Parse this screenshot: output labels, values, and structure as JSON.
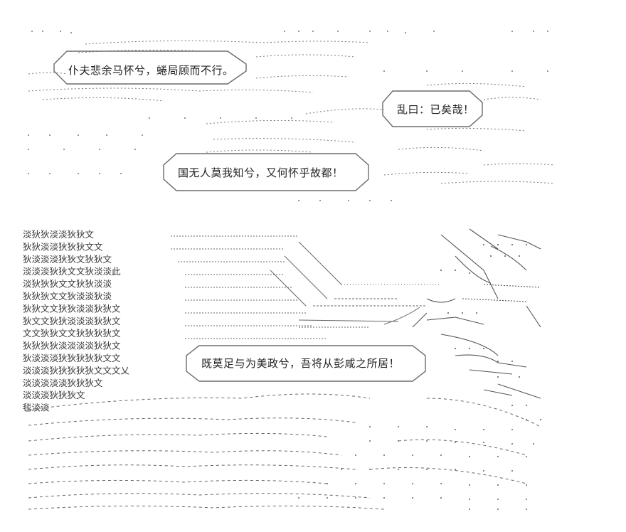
{
  "captions": {
    "line1": "仆夫悲余马怀兮，蜷局顾而不行。",
    "line2": "乱曰：已矣哉！",
    "line3": "国无人莫我知兮，又何怀乎故都！",
    "line4": "既莫足与为美政兮，吾将从彭咸之所居！"
  },
  "art": {
    "wall_rows": [
      "淡狄狄淡淡狄狄文",
      "狄狄淡淡狄狄狄文文",
      "狄淡淡淡狄狄文狄狄文",
      "淡淡淡狄狄文文狄淡淡此",
      "淡狄狄狄文文狄狄淡淡",
      "狄狄狄文文狄淡淡狄淡",
      "狄狄文文狄狄淡淡狄狄文",
      "狄文文狄狄淡淡淡狄狄文",
      "文文狄狄文文狄狄狄狄文",
      "狄狄狄狄淡淡淡淡狄狄文",
      "狄淡淡淡狄狄狄狄狄文文",
      "淡淡淡狄狄狄狄狄文文文乂",
      "淡淡淡淡淡狄狄狄文",
      "淡淡淡狄狄狄文",
      "毯淡淡"
    ]
  }
}
